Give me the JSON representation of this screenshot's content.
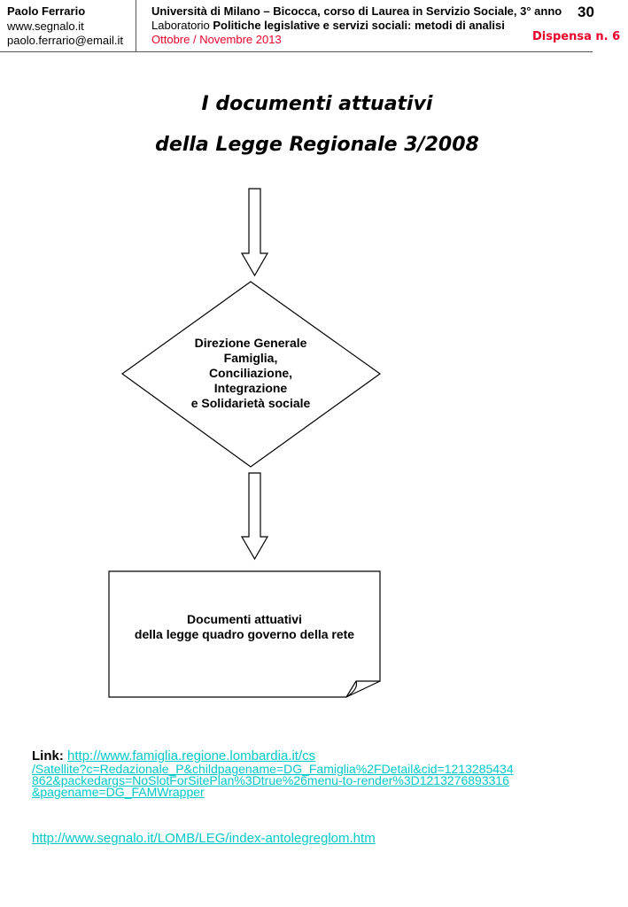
{
  "header": {
    "author": "Paolo Ferrario",
    "website": "www.segnalo.it",
    "email": "paolo.ferrario@email.it",
    "course": "Università di Milano – Bicocca, corso di  Laurea in Servizio Sociale, 3° anno",
    "lab_prefix": "Laboratorio ",
    "lab_name": "Politiche legislative e servizi sociali: metodi di analisi",
    "period": "Ottobre / Novembre 2013",
    "page_number": "30",
    "handout": "Dispensa n. 6"
  },
  "title": {
    "line1": "I documenti attuativi",
    "line2": "della Legge Regionale 3/2008"
  },
  "diagram": {
    "decision_lines": [
      "Direzione Generale",
      "Famiglia,",
      "Conciliazione,",
      "Integrazione",
      "e Solidarietà sociale"
    ],
    "document_lines": [
      "Documenti attuativi",
      "della legge quadro governo della rete"
    ]
  },
  "links": {
    "label": "Link:",
    "link1_lines": [
      "http://www.famiglia.regione.lombardia.it/cs",
      "/Satellite?c=Redazionale_P&childpagename=DG_Famiglia%2FDetail&cid=1213285434",
      "862&packedargs=NoSlotForSitePlan%3Dtrue%26menu-to-render%3D1213276893316",
      "&pagename=DG_FAMWrapper"
    ],
    "link2": "http://www.segnalo.it/LOMB/LEG/index-antolegreglom.htm"
  }
}
